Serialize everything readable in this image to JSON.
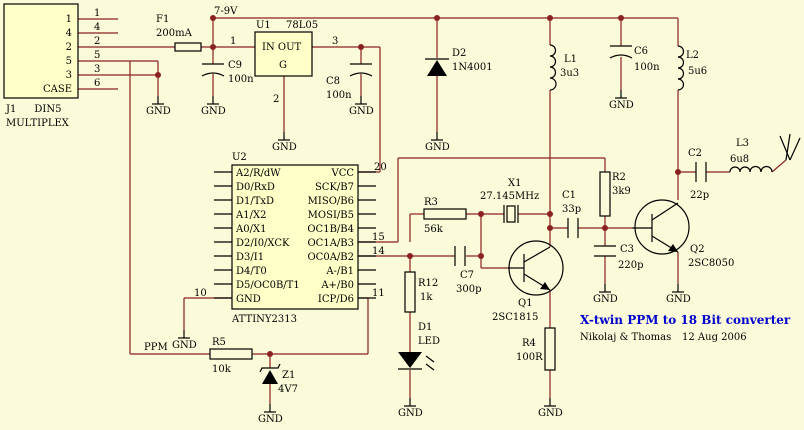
{
  "title": "X-twin PPM to 18 Bit converter",
  "authors": "Nikolaj & Thomas",
  "date": "12 Aug 2006",
  "supply_label": "7-9V",
  "ppm_label": "PPM",
  "gnd_label": "GND",
  "connector": {
    "ref": "J1",
    "type": "DIN5",
    "name": "MULTIPLEX",
    "case_label": "CASE",
    "pins": [
      "1",
      "4",
      "2",
      "5",
      "3",
      "6"
    ],
    "wire_pins": [
      "1",
      "4",
      "2",
      "5",
      "3",
      "6"
    ]
  },
  "components": {
    "F1": {
      "ref": "F1",
      "value": "200mA"
    },
    "U1": {
      "ref": "U1",
      "value": "78L05",
      "text": "IN OUT",
      "g": "G",
      "pin1": "1",
      "pin2": "2",
      "pin3": "3"
    },
    "C9": {
      "ref": "C9",
      "value": "100n"
    },
    "C8": {
      "ref": "C8",
      "value": "100n"
    },
    "D2": {
      "ref": "D2",
      "value": "1N4001"
    },
    "L1": {
      "ref": "L1",
      "value": "3u3"
    },
    "C6": {
      "ref": "C6",
      "value": "100n"
    },
    "L2": {
      "ref": "L2",
      "value": "5u6"
    },
    "L3": {
      "ref": "L3",
      "value": "6u8"
    },
    "C2": {
      "ref": "C2",
      "value": "22p"
    },
    "X1": {
      "ref": "X1",
      "value": "27.145MHz"
    },
    "R3": {
      "ref": "R3",
      "value": "56k"
    },
    "C1": {
      "ref": "C1",
      "value": "33p"
    },
    "R2": {
      "ref": "R2",
      "value": "3k9"
    },
    "C3": {
      "ref": "C3",
      "value": "220p"
    },
    "C7": {
      "ref": "C7",
      "value": "300p"
    },
    "R12": {
      "ref": "R12",
      "value": "1k"
    },
    "D1": {
      "ref": "D1",
      "value": "LED"
    },
    "Q1": {
      "ref": "Q1",
      "value": "2SC1815"
    },
    "Q2": {
      "ref": "Q2",
      "value": "2SC8050"
    },
    "R4": {
      "ref": "R4",
      "value": "100R"
    },
    "R5": {
      "ref": "R5",
      "value": "10k"
    },
    "Z1": {
      "ref": "Z1",
      "value": "4V7"
    }
  },
  "mcu": {
    "ref": "U2",
    "name": "ATTINY2313",
    "left_pins": [
      "A2/R/dW",
      "D0/RxD",
      "D1/TxD",
      "A1/X2",
      "A0/X1",
      "D2/I0/XCK",
      "D3/I1",
      "D4/T0",
      "D5/OC0B/T1",
      "GND"
    ],
    "right_pins": [
      "VCC",
      "SCK/B7",
      "MISO/B6",
      "MOSI/B5",
      "OC1B/B4",
      "OC1A/B3",
      "OC0A/B2",
      "A-/B1",
      "A+/B0",
      "ICP/D6"
    ],
    "pin_vcc": "20",
    "pin_15": "15",
    "pin_14": "14",
    "pin_gnd": "10",
    "pin_11": "11"
  }
}
